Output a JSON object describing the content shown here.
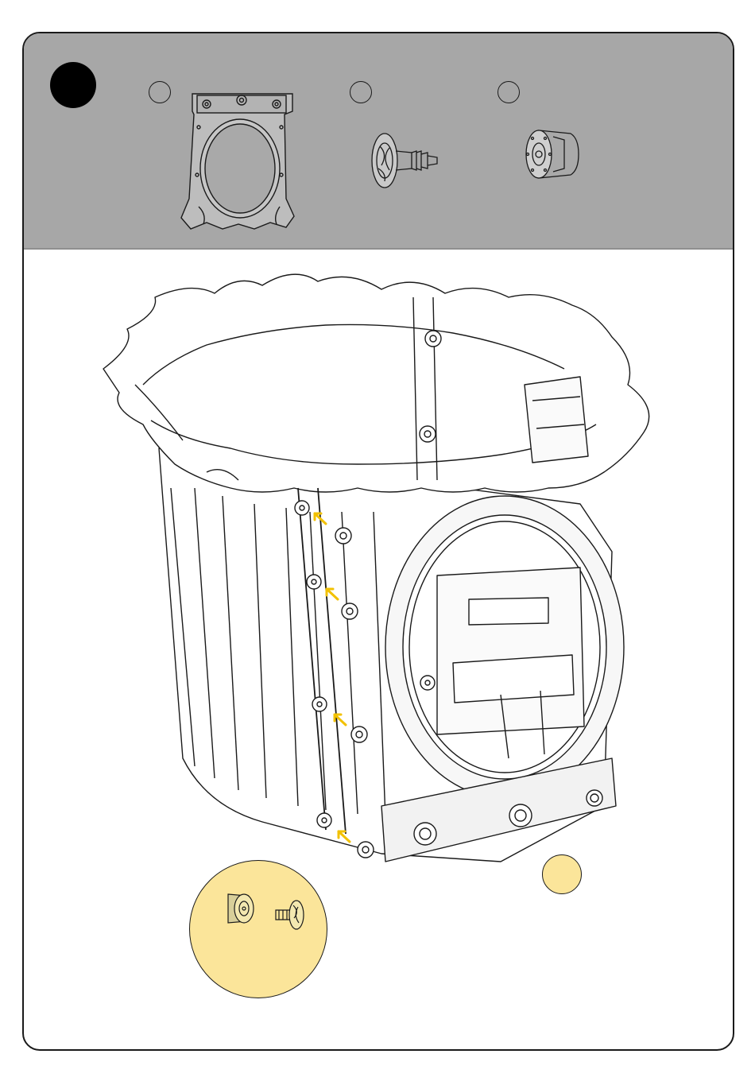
{
  "step": {
    "number": ""
  },
  "parts": [
    {
      "name": "front-panel",
      "qty": "",
      "icon": "oval-window-panel-icon"
    },
    {
      "name": "screw",
      "qty": "",
      "icon": "screw-icon"
    },
    {
      "name": "plastic-nut",
      "qty": "",
      "icon": "nut-icon"
    }
  ],
  "callout": {
    "qty": ""
  },
  "colors": {
    "band": "#a7a7a7",
    "highlight": "#fbe59a",
    "arrow": "#f2c100",
    "ink": "#1a1a1a"
  }
}
